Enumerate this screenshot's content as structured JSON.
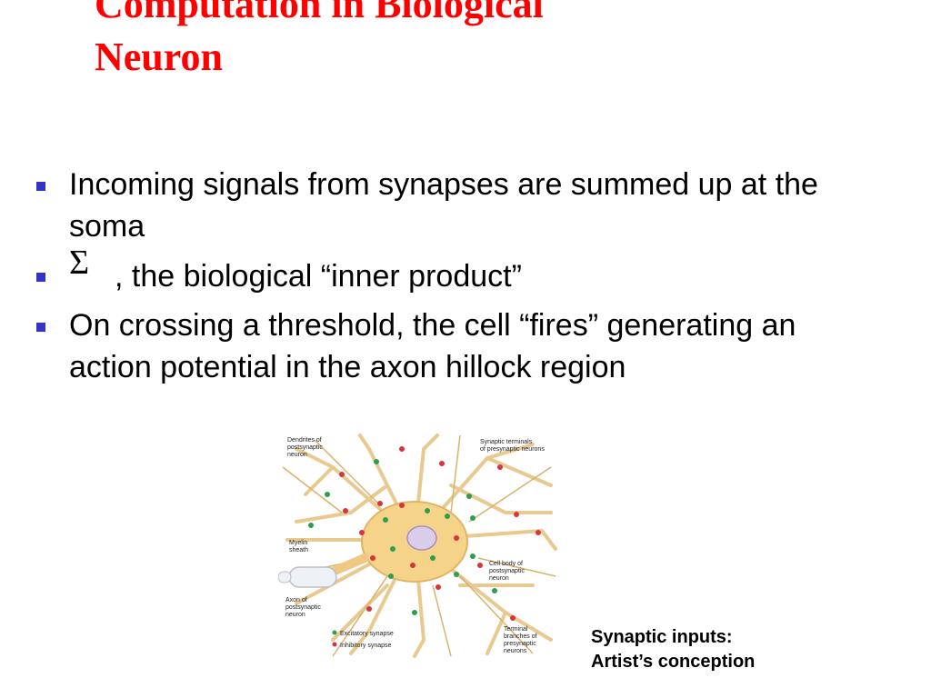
{
  "slide": {
    "title_line1": "Computation in Biological",
    "title_line2": "Neuron",
    "title_color": "#ff0000",
    "bullet_color": "#3333cc"
  },
  "bullets": [
    {
      "text": "Incoming signals from synapses are summed up at the soma"
    },
    {
      "symbol": "Σ",
      "text": ", the biological “inner product”"
    },
    {
      "text": "On crossing a threshold, the cell “fires” generating an action potential in the axon hillock region"
    }
  ],
  "figure": {
    "labels": {
      "dendrites_1": "Dendrites of",
      "dendrites_2": "postsynaptic",
      "dendrites_3": "neuron",
      "terminals_1": "Synaptic terminals",
      "terminals_2": "of presynaptic neurons",
      "myelin_1": "Myelin",
      "myelin_2": "sheath",
      "cellbody_1": "Cell body of",
      "cellbody_2": "postsynaptic",
      "cellbody_3": "neuron",
      "axon_1": "Axon of",
      "axon_2": "postsynaptic",
      "axon_3": "neuron",
      "branches_1": "Terminal",
      "branches_2": "branches of",
      "branches_3": "presynaptic",
      "branches_4": "neurons",
      "legend_excitatory": "Excitatory synapse",
      "legend_inhibitory": "Inhibitory synapse"
    },
    "excitatory_color": "#2e9e4a",
    "inhibitory_color": "#d9343a",
    "cell_color": "#f5d48a"
  },
  "caption": {
    "line1": "Synaptic inputs:",
    "line2": "Artist’s conception"
  }
}
